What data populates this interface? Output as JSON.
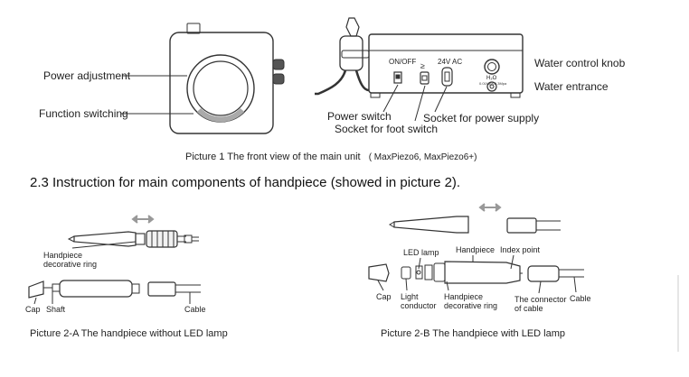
{
  "main_unit": {
    "left_labels": {
      "power_adjustment": "Power adjustment",
      "function_switching": "Function switching"
    },
    "rear_panel": {
      "on_off": "ON/OFF",
      "voltage": "24V AC",
      "h2o": "H₂O",
      "h2o_sub": "0.01Mpa-0.3Mpa"
    },
    "right_labels": {
      "water_control_knob": "Water control knob",
      "water_entrance": "Water entrance"
    },
    "bottom_labels": {
      "power_switch": "Power switch",
      "socket_foot_switch": "Socket for foot switch",
      "socket_power_supply": "Socket for power supply"
    },
    "caption_main": "Picture 1 The front view of the main unit",
    "caption_models": "( MaxPiezo6, MaxPiezo6+)"
  },
  "section_heading": "2.3 Instruction for main components of handpiece (showed in picture 2).",
  "picture_2a": {
    "decorative_ring_line1": "Handpiece",
    "decorative_ring_line2": "decorative ring",
    "cap": "Cap",
    "shaft": "Shaft",
    "cable": "Cable",
    "caption": "Picture 2-A The handpiece without LED lamp"
  },
  "picture_2b": {
    "led_lamp": "LED lamp",
    "handpiece": "Handpiece",
    "index_point": "Index point",
    "cap": "Cap",
    "light_line1": "Light",
    "light_line2": "conductor",
    "hdr_line1": "Handpiece",
    "hdr_line2": "decorative ring",
    "connector_line1": "The connector",
    "connector_line2": "of cable",
    "cable": "Cable",
    "caption": "Picture 2-B The handpiece with LED lamp"
  }
}
